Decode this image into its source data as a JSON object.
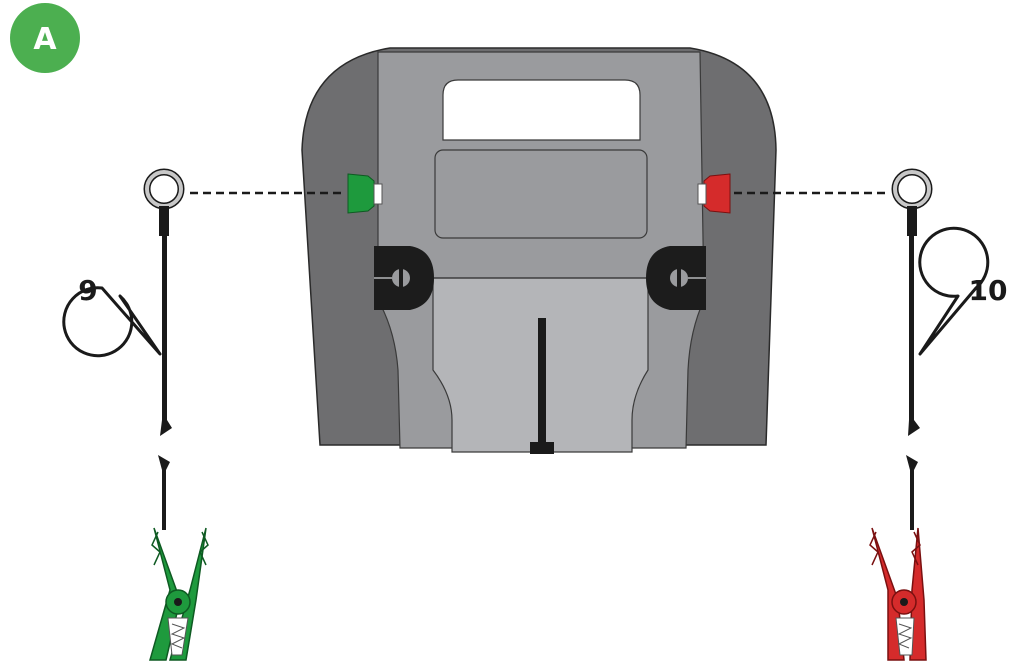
{
  "badge": {
    "label": "A",
    "color": "#4caf50"
  },
  "callouts": {
    "left": "9",
    "right": "10"
  },
  "colors": {
    "housing_dark": "#6e6e70",
    "housing_mid": "#9a9b9e",
    "housing_light": "#b4b5b8",
    "terminal_positive": "#d52b2b",
    "terminal_negative": "#1e9a3d",
    "cable": "#1a1a1a"
  },
  "icons": {
    "left_clamp": "green-alligator-clamp-icon",
    "right_clamp": "red-alligator-clamp-icon",
    "left_ring": "ring-terminal-icon",
    "right_ring": "ring-terminal-icon"
  }
}
